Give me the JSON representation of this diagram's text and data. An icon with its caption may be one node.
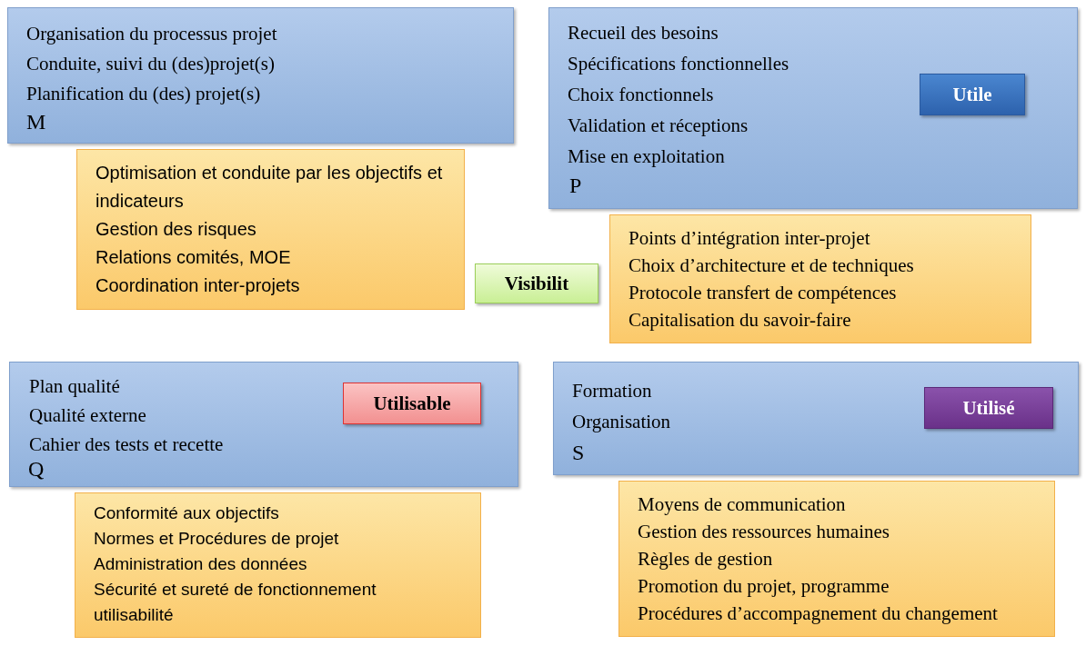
{
  "diagram": {
    "nodes": [
      {
        "text": [
          "Organisation du processus projet",
          "Conduite, suivi du (des)projet(s)",
          "Planification du (des) projet(s)",
          "M"
        ]
      },
      {
        "text": [
          "Optimisation et conduite par les objectifs et indicateurs",
          "Gestion des risques",
          "Relations comités, MOE",
          "Coordination inter-projets"
        ]
      },
      {
        "text": [
          "Visibilit"
        ]
      },
      {
        "text": [
          "Recueil des besoins",
          "Spécifications fonctionnelles",
          "Choix fonctionnels",
          "Validation et réceptions",
          "Mise en exploitation",
          "P"
        ]
      },
      {
        "text": [
          "Utile"
        ],
        "in": 3
      },
      {
        "text": [
          "Points d’intégration inter-projet",
          "Choix d’architecture et de techniques",
          "Protocole transfert de compétences",
          "Capitalisation du savoir-faire"
        ]
      },
      {
        "text": [
          "Plan qualité",
          "Qualité externe",
          "Cahier des tests et recette",
          "Q"
        ]
      },
      {
        "text": [
          "Utilisable"
        ],
        "in": 6
      },
      {
        "text": [
          "Conformité aux objectifs",
          "Normes et Procédures de projet",
          "Administration des données",
          "Sécurité et sureté de fonctionnement",
          "utilisabilité"
        ]
      },
      {
        "text": [
          "Formation",
          "Organisation",
          "S"
        ]
      },
      {
        "text": [
          "Utilisé"
        ],
        "in": 9
      },
      {
        "text": [
          "Moyens de communication",
          "Gestion des ressources humaines",
          "Règles de gestion",
          "Promotion du projet, programme",
          "Procédures d’accompagnement du changement"
        ]
      }
    ]
  }
}
